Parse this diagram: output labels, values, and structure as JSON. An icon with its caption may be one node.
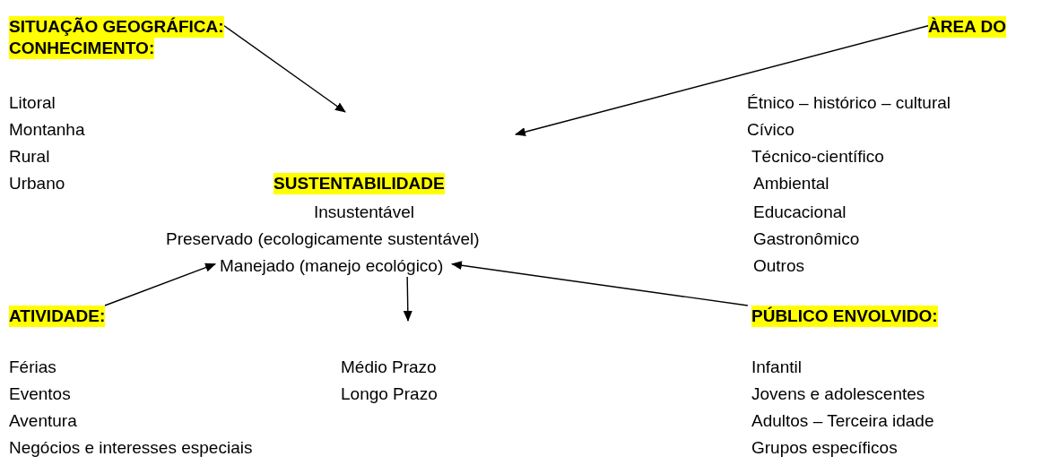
{
  "diagram": {
    "nodes": [
      {
        "text": [
          "SITUAÇÃO GEOGRÁFICA:"
        ]
      },
      {
        "text": [
          "ÀREA DO"
        ]
      },
      {
        "text": [
          "Manejado (manejo ecológico)"
        ]
      },
      {
        "text": [
          "ATIVIDADE:"
        ]
      },
      {
        "text": [
          "PÚBLICO ENVOLVIDO:"
        ]
      },
      {
        "text": [
          "CONHECIMENTO:"
        ]
      },
      {
        "text": [
          "SUSTENTABILIDADE"
        ]
      }
    ],
    "edges": [
      {
        "from": 0,
        "to": null,
        "arrow": "to"
      },
      {
        "from": 1,
        "to": null,
        "arrow": "to"
      },
      {
        "from": 3,
        "to": 2,
        "arrow": "to"
      },
      {
        "from": 2,
        "to": null,
        "arrow": "to"
      },
      {
        "from": 4,
        "to": 2,
        "arrow": "to"
      }
    ],
    "labels": [
      "Litoral",
      "Étnico – histórico – cultural",
      "Montanha",
      "Cívico",
      "Rural",
      "Técnico-científico",
      "Urbano",
      "Ambiental",
      "Insustentável",
      "Educacional",
      "Preservado (ecologicamente sustentável)",
      "Gastronômico",
      "Outros",
      "Férias",
      "Médio Prazo",
      "Infantil",
      "Eventos",
      "Longo Prazo",
      "Jovens e adolescentes",
      "Aventura",
      "Adultos – Terceira idade",
      "Negócios e interesses especiais",
      "Grupos específicos"
    ]
  }
}
